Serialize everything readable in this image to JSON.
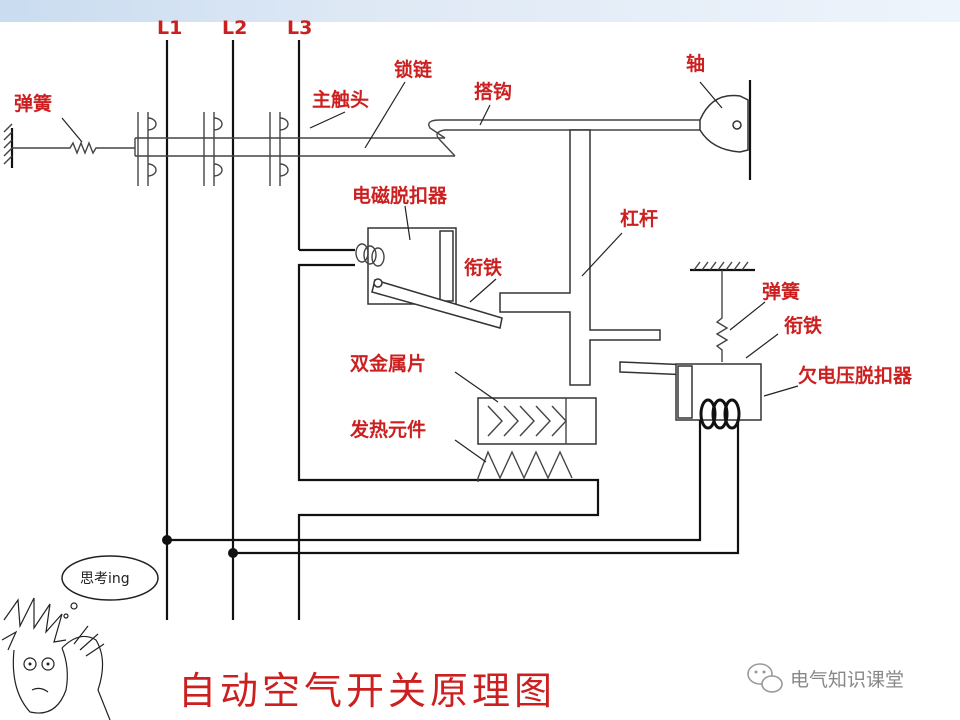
{
  "phases": [
    "L1",
    "L2",
    "L3"
  ],
  "labels": {
    "spring_left": "弹簧",
    "lock_chain": "锁链",
    "main_contact": "主触头",
    "hook": "搭钩",
    "shaft": "轴",
    "em_release": "电磁脱扣器",
    "lever": "杠杆",
    "armature_1": "衔铁",
    "spring_right": "弹簧",
    "armature_2": "衔铁",
    "uv_release": "欠电压脱扣器",
    "bimetal": "双金属片",
    "heater": "发热元件"
  },
  "title": "自动空气开关原理图",
  "thought_bubble": "思考ing",
  "watermark": "电气知识课堂",
  "colors": {
    "label_red": "#cc2020",
    "wire": "#111111",
    "top_band": "#c9dcf0"
  }
}
